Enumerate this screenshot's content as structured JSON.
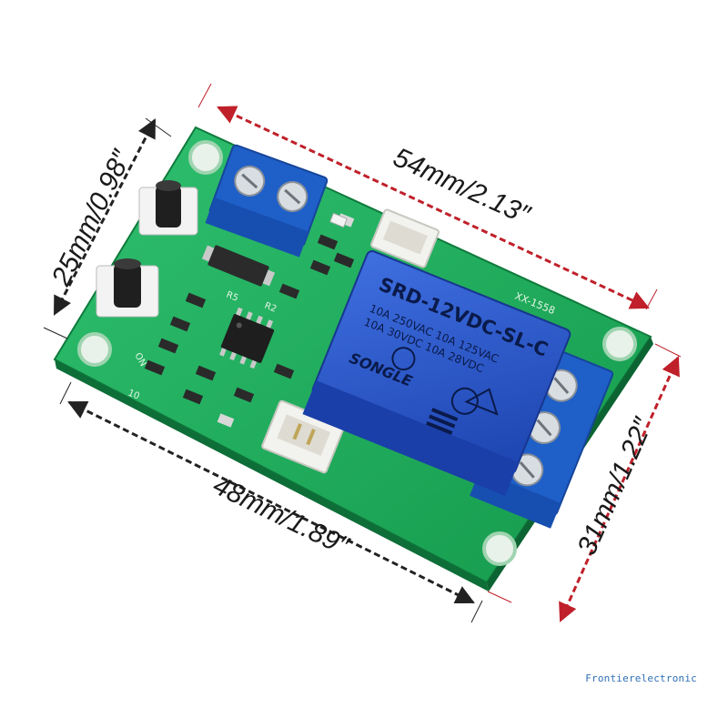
{
  "dimensions": {
    "top_length": "54mm/2.13″",
    "left_height": "25mm/0.98″",
    "bottom_length": "48mm/1.89″",
    "right_height": "31mm/1.22″"
  },
  "relay": {
    "model": "SRD-12VDC-SL-C",
    "rating_1": "10A 250VAC  10A 125VAC",
    "rating_2": "10A 30VDC  10A 28VDC",
    "brand": "SONGLE"
  },
  "board": {
    "part_code": "XX-1558"
  },
  "colors": {
    "pcb_green": "#1fa85a",
    "terminal_blue": "#1f5fc8",
    "relay_blue": "#2a55c8",
    "dimension_red": "#c0202a",
    "dimension_black": "#222222"
  },
  "watermark": "Frontierelectronic"
}
